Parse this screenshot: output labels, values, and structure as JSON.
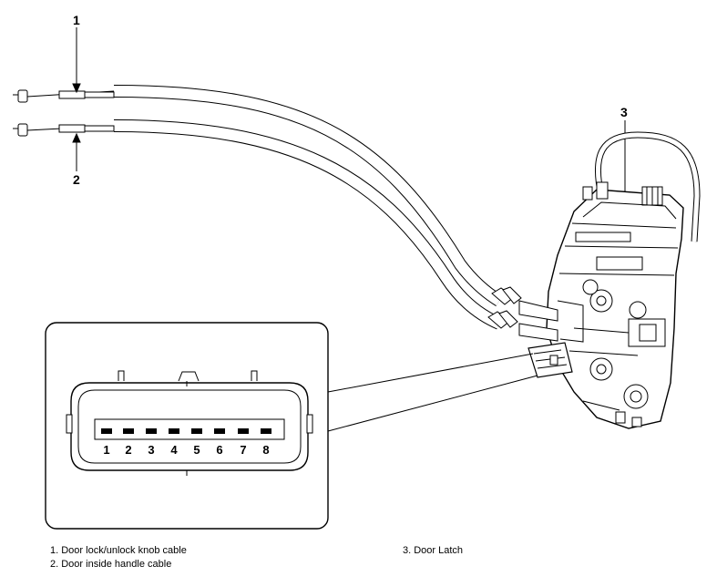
{
  "callouts": [
    "1",
    "2",
    "3"
  ],
  "connector_pins": [
    "1",
    "2",
    "3",
    "4",
    "5",
    "6",
    "7",
    "8"
  ],
  "legend": {
    "item1": "1. Door lock/unlock knob cable",
    "item2": "2. Door inside handle cable",
    "item3": "3. Door Latch"
  }
}
